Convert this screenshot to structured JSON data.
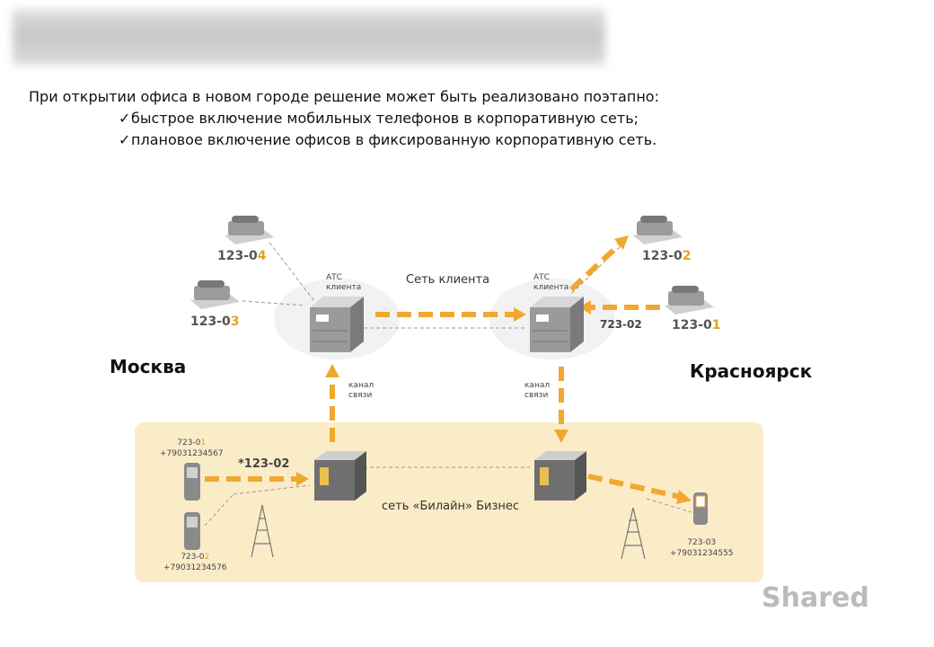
{
  "intro": {
    "line1": "При открытии офиса в новом городе решение может быть реализовано поэтапно:",
    "item1": "быстрое включение мобильных телефонов в корпоративную сеть;",
    "item2": "плановое включение офисов в фиксированную корпоративную сеть."
  },
  "cities": {
    "left": "Москва",
    "right": "Красноярск"
  },
  "labels": {
    "client_net": "Сеть клиента",
    "pbx_left": [
      "АТС",
      "клиента"
    ],
    "pbx_right": [
      "АТС",
      "клиента"
    ],
    "channel_left": [
      "канал",
      "связи"
    ],
    "channel_right": [
      "канал",
      "связи"
    ],
    "beeline_net": "сеть «Билайн» Бизнес",
    "dial": "*123-02",
    "fwd": "723-02"
  },
  "phones": {
    "p04": {
      "base": "123-0",
      "digit": "4"
    },
    "p03": {
      "base": "123-0",
      "digit": "3"
    },
    "p02": {
      "base": "123-0",
      "digit": "2"
    },
    "p01": {
      "base": "123-0",
      "digit": "1"
    }
  },
  "mobiles": {
    "m1": {
      "num_base": "723-0",
      "num_digit": "1",
      "msisdn": "+79031234567"
    },
    "m2": {
      "num_base": "723-0",
      "num_digit": "2",
      "msisdn": "+79031234576"
    },
    "m3": {
      "num": "723-03",
      "msisdn": "+79031234555"
    }
  },
  "watermark": "Shared",
  "colors": {
    "accent": "#f0a830",
    "zone": "#fbecc8"
  }
}
